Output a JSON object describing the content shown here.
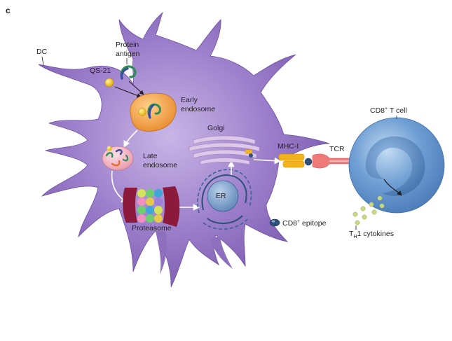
{
  "panel_letter": "c",
  "labels": {
    "dc": "DC",
    "protein_antigen_line1": "Protein",
    "protein_antigen_line2": "antigen",
    "qs21": "QS-21",
    "early_endosome_line1": "Early",
    "early_endosome_line2": "endosome",
    "late_endosome_line1": "Late",
    "late_endosome_line2": "endosome",
    "golgi": "Golgi",
    "er": "ER",
    "proteasome": "Proteasome",
    "mhc_i": "MHC-I",
    "tcr": "TCR",
    "cd8_t_cell_prefix": "CD8",
    "cd8_t_cell_sup": "+",
    "cd8_t_cell_suffix": " T cell",
    "cd8_epitope_prefix": "CD8",
    "cd8_epitope_sup": "+",
    "cd8_epitope_suffix": " epitope",
    "th1_prefix": "T",
    "th1_sub": "H",
    "th1_suffix": "1 cytokines"
  },
  "colors": {
    "dc_body": "#8e6fbd",
    "dc_body_light": "#b9a3dc",
    "early_endosome": "#f0a048",
    "late_endosome": "#f2b9c4",
    "golgi": "#d9c2e6",
    "er": "#4a6f9e",
    "proteasome": "#8b1a3d",
    "mhc": "#f2b320",
    "tcr": "#e66a6a",
    "t_cell": "#5b8fc8",
    "cytokine": "#c7d985",
    "qs21": "#f4c20d"
  }
}
